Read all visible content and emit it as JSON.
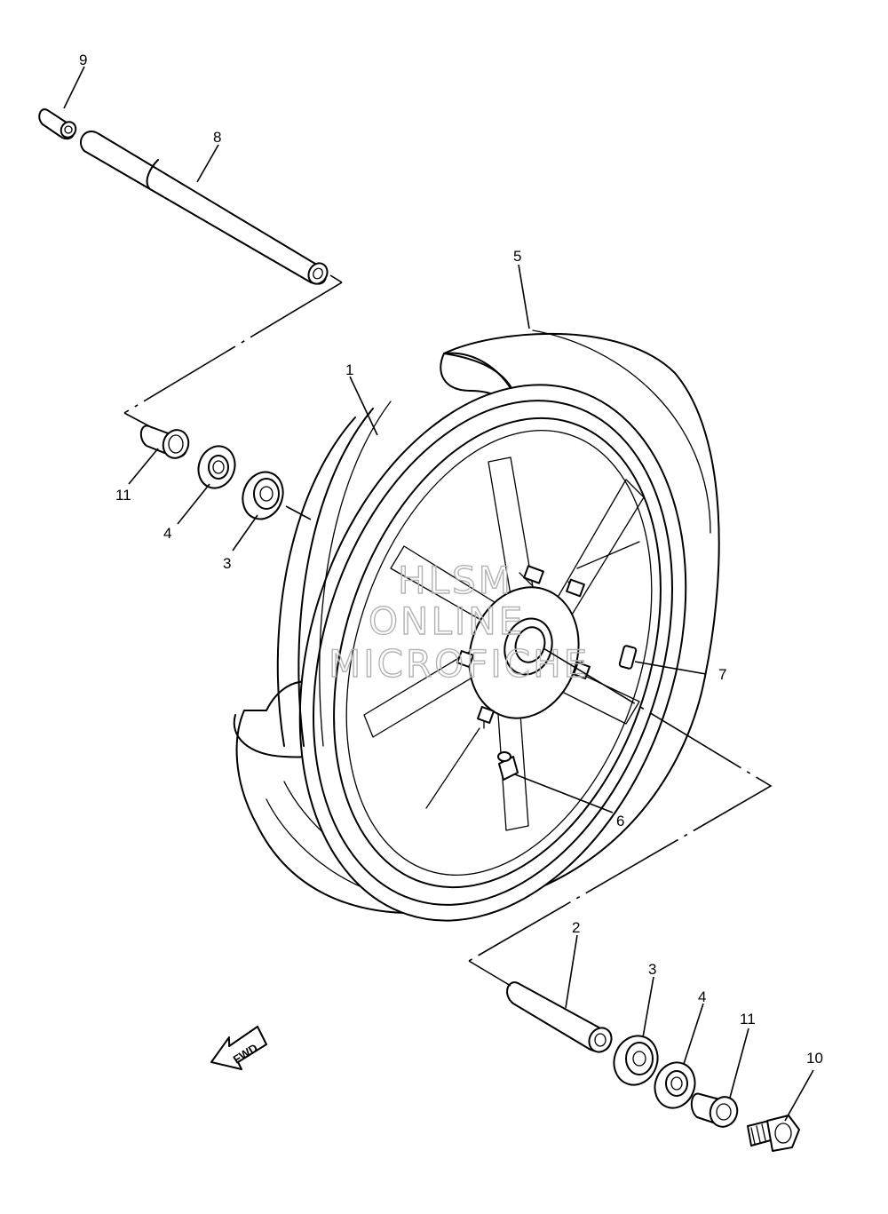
{
  "diagram": {
    "callouts": [
      {
        "id": "9",
        "label": "9"
      },
      {
        "id": "8",
        "label": "8"
      },
      {
        "id": "5",
        "label": "5"
      },
      {
        "id": "1",
        "label": "1"
      },
      {
        "id": "11a",
        "label": "11"
      },
      {
        "id": "4a",
        "label": "4"
      },
      {
        "id": "3a",
        "label": "3"
      },
      {
        "id": "7",
        "label": "7"
      },
      {
        "id": "6",
        "label": "6"
      },
      {
        "id": "2",
        "label": "2"
      },
      {
        "id": "3b",
        "label": "3"
      },
      {
        "id": "4b",
        "label": "4"
      },
      {
        "id": "11b",
        "label": "11"
      },
      {
        "id": "10",
        "label": "10"
      }
    ],
    "direction_arrow": "FWD",
    "watermark": [
      "HLSM",
      "ONLINE",
      "MICROFICHE"
    ]
  }
}
